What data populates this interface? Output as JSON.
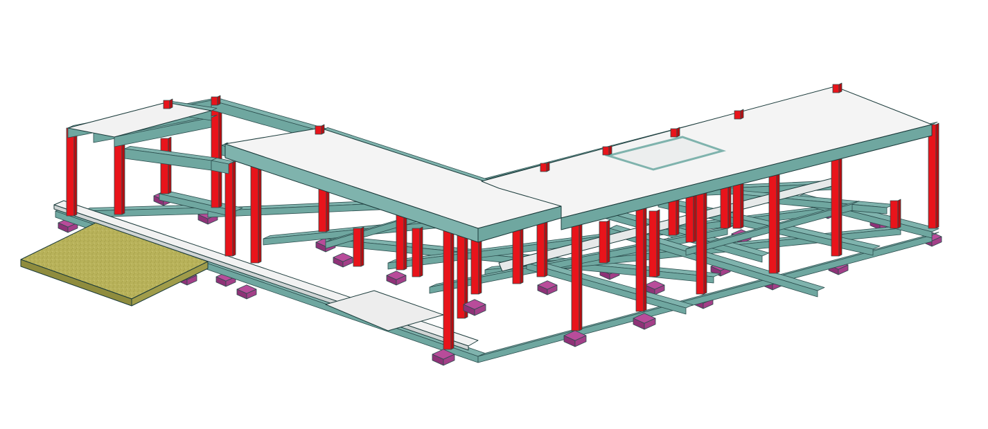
{
  "view": {
    "projection": "isometric-3d",
    "background": "#ffffff"
  },
  "materials": {
    "beam_top": "#7fb3ad",
    "beam_side": "#6fa7a0",
    "beam_dark": "#5b918a",
    "column_front": "#e8141b",
    "column_side": "#b80c10",
    "footing_top": "#b84c9a",
    "footing_side": "#8e3277",
    "slab_top": "#f4f4f4",
    "slab_edge": "#d8dcdc",
    "ground_slab": "#b8b25a",
    "ground_slab_side": "#8f8c3e"
  },
  "elements": {
    "ground_slab": "textured-ground-slab",
    "slabs": [
      "roof-slab-center-wing",
      "roof-slab-right-wing",
      "floor-slab-strips"
    ],
    "opening": "roof-opening",
    "beam_families": [
      "roof-beams",
      "ground-beams"
    ],
    "column_count": 28,
    "footing_count": 32
  }
}
